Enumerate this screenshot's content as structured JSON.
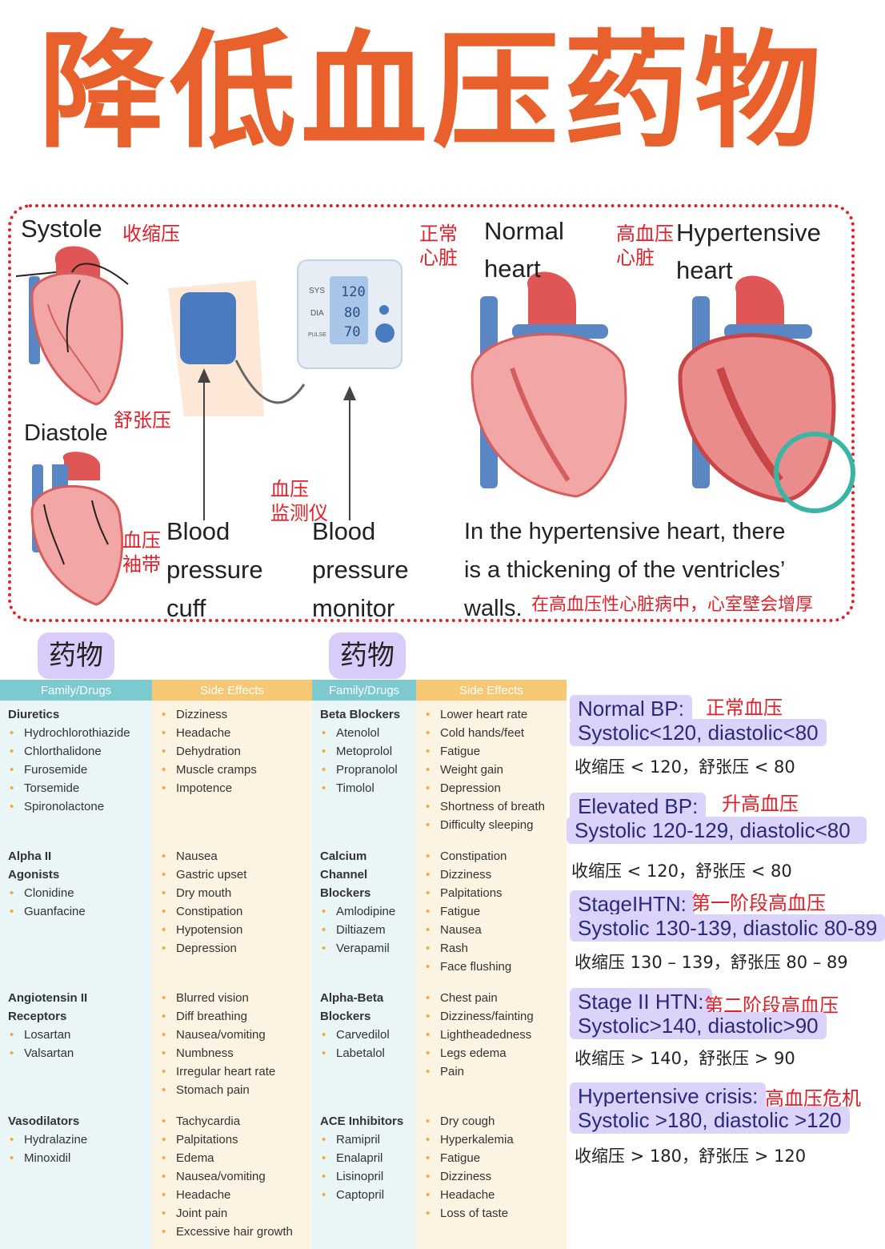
{
  "title": "降低血压药物",
  "illustration": {
    "systole": "Systole",
    "systole_cn": "收缩压",
    "diastole": "Diastole",
    "diastole_cn": "舒张压",
    "cuff_cn_1": "血压",
    "cuff_cn_2": "袖带",
    "cuff_label_1": "Blood",
    "cuff_label_2": "pressure",
    "cuff_label_3": "cuff",
    "monitor_cn_1": "血压",
    "monitor_cn_2": "监测仪",
    "monitor_label_1": "Blood",
    "monitor_label_2": "pressure",
    "monitor_label_3": "monitor",
    "monitor_sys": "SYS",
    "monitor_dia": "DIA",
    "monitor_pulse": "PULSE",
    "monitor_sys_val": "120",
    "monitor_dia_val": "80",
    "monitor_pulse_val": "70",
    "normal_cn_1": "正常",
    "normal_cn_2": "心脏",
    "normal_1": "Normal",
    "normal_2": "heart",
    "hyper_cn_1": "高血压",
    "hyper_cn_2": "心脏",
    "hyper_1": "Hypertensive",
    "hyper_2": "heart",
    "caption_1": "In the hypertensive heart, there",
    "caption_2": "is a thickening of the ventricles’",
    "caption_3": "walls.",
    "caption_cn": "在高血压性心脏病中，心室壁会增厚"
  },
  "drug_label": "药物",
  "table_headers": {
    "family": "Family/Drugs",
    "side": "Side Effects"
  },
  "rows": [
    {
      "left": {
        "category": "Diuretics",
        "drugs": [
          "Hydrochlorothiazide",
          "Chlorthalidone",
          "Furosemide",
          "Torsemide",
          "Spironolactone"
        ],
        "side": [
          "Dizziness",
          "Headache",
          "Dehydration",
          "Muscle cramps",
          "Impotence"
        ]
      },
      "right": {
        "category": "Beta Blockers",
        "drugs": [
          "Atenolol",
          "Metoprolol",
          "Propranolol",
          "Timolol"
        ],
        "side": [
          "Lower heart rate",
          "Cold hands/feet",
          "Fatigue",
          "Weight gain",
          "Depression",
          "Shortness of breath",
          "Difficulty sleeping"
        ]
      }
    },
    {
      "left": {
        "category": "Alpha II Agonists",
        "drugs": [
          "Clonidine",
          "Guanfacine"
        ],
        "side": [
          "Nausea",
          "Gastric upset",
          "Dry mouth",
          "Constipation",
          "Hypotension",
          "Depression"
        ]
      },
      "right": {
        "category": "Calcium Channel Blockers",
        "drugs": [
          "Amlodipine",
          "Diltiazem",
          "Verapamil"
        ],
        "side": [
          "Constipation",
          "Dizziness",
          "Palpitations",
          "Fatigue",
          "Nausea",
          "Rash",
          "Face flushing"
        ]
      }
    },
    {
      "left": {
        "category": "Angiotensin II Receptors",
        "drugs": [
          "Losartan",
          "Valsartan"
        ],
        "side": [
          "Blurred vision",
          "Diff breathing",
          "Nausea/vomiting",
          "Numbness",
          "Irregular heart rate",
          "Stomach pain"
        ]
      },
      "right": {
        "category": "Alpha-Beta Blockers",
        "drugs": [
          "Carvedilol",
          "Labetalol"
        ],
        "side": [
          "Chest pain",
          "Dizziness/fainting",
          "Lightheadedness",
          "Legs edema",
          "Pain"
        ]
      }
    },
    {
      "left": {
        "category": "Vasodilators",
        "drugs": [
          "Hydralazine",
          "Minoxidil"
        ],
        "side": [
          "Tachycardia",
          "Palpitations",
          "Edema",
          "Nausea/vomiting",
          "Headache",
          "Joint pain",
          "Excessive hair growth"
        ]
      },
      "right": {
        "category": "ACE Inhibitors",
        "drugs": [
          "Ramipril",
          "Enalapril",
          "Lisinopril",
          "Captopril"
        ],
        "side": [
          "Dry cough",
          "Hyperkalemia",
          "Fatigue",
          "Dizziness",
          "Headache",
          "Loss of taste"
        ]
      }
    }
  ],
  "bp": [
    {
      "title": "Normal BP:",
      "cn": "正常血压",
      "range": "Systolic<120, diastolic<80",
      "note": "收缩压 < 120，舒张压 < 80"
    },
    {
      "title": "Elevated BP:",
      "cn": "升高血压",
      "range": "Systolic 120-129, diastolic<80",
      "note": "收缩压 < 120，舒张压 < 80"
    },
    {
      "title": "StageIHTN:",
      "cn": "第一阶段高血压",
      "range": "Systolic 130-139, diastolic 80-89",
      "note": "收缩压 130 – 139，舒张压 80 – 89"
    },
    {
      "title": "Stage II HTN:",
      "cn": "第二阶段高血压",
      "range": "Systolic>140, diastolic>90",
      "note": "收缩压 > 140，舒张压 > 90"
    },
    {
      "title": "Hypertensive crisis:",
      "cn": "高血压危机",
      "range": "Systolic >180, diastolic >120",
      "note": "收缩压 > 180，舒张压 > 120"
    }
  ],
  "colors": {
    "title": "#e8612c",
    "accent_red": "#e0202a",
    "teal_header": "#7ccad0",
    "gold_header": "#f7c873",
    "pill": "#d9ccfa"
  }
}
